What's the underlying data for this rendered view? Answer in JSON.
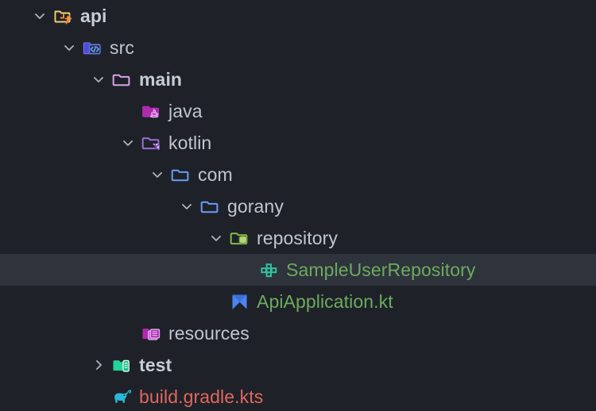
{
  "theme": {
    "background": "#1e2228",
    "selection_background": "#2f333c",
    "text_default": "#bfc6d1",
    "text_source_file": "#6cab5e",
    "text_build_file": "#e0675f",
    "chevron": "#aab0ba"
  },
  "tree": {
    "name": "project-tool-window",
    "nodes": [
      {
        "label": "api",
        "depth": 0,
        "icon": "module-folder-icon",
        "expander": "chevron-down-icon",
        "bold": true,
        "color": "default",
        "selected": false
      },
      {
        "label": "src",
        "depth": 1,
        "icon": "source-root-folder-icon",
        "expander": "chevron-down-icon",
        "bold": false,
        "color": "default",
        "selected": false
      },
      {
        "label": "main",
        "depth": 2,
        "icon": "folder-icon",
        "expander": "chevron-down-icon",
        "bold": true,
        "color": "default",
        "selected": false
      },
      {
        "label": "java",
        "depth": 3,
        "icon": "java-source-folder-icon",
        "expander": "none",
        "bold": false,
        "color": "default",
        "selected": false
      },
      {
        "label": "kotlin",
        "depth": 3,
        "icon": "kotlin-source-folder-icon",
        "expander": "chevron-down-icon",
        "bold": false,
        "color": "default",
        "selected": false
      },
      {
        "label": "com",
        "depth": 4,
        "icon": "package-folder-icon",
        "expander": "chevron-down-icon",
        "bold": false,
        "color": "default",
        "selected": false
      },
      {
        "label": "gorany",
        "depth": 5,
        "icon": "package-folder-icon",
        "expander": "chevron-down-icon",
        "bold": false,
        "color": "default",
        "selected": false
      },
      {
        "label": "repository",
        "depth": 6,
        "icon": "repository-folder-icon",
        "expander": "chevron-down-icon",
        "bold": false,
        "color": "default",
        "selected": false
      },
      {
        "label": "SampleUserRepository",
        "depth": 7,
        "icon": "interface-icon",
        "expander": "none",
        "bold": false,
        "color": "green",
        "selected": true
      },
      {
        "label": "ApiApplication.kt",
        "depth": 6,
        "icon": "kotlin-file-icon",
        "expander": "none",
        "bold": false,
        "color": "green",
        "selected": false
      },
      {
        "label": "resources",
        "depth": 3,
        "icon": "resources-folder-icon",
        "expander": "none",
        "bold": false,
        "color": "default",
        "selected": false
      },
      {
        "label": "test",
        "depth": 2,
        "icon": "test-folder-icon",
        "expander": "chevron-right-icon",
        "bold": true,
        "color": "default",
        "selected": false
      },
      {
        "label": "build.gradle.kts",
        "depth": 2,
        "icon": "gradle-file-icon",
        "expander": "none",
        "bold": false,
        "color": "red",
        "selected": false
      }
    ]
  }
}
